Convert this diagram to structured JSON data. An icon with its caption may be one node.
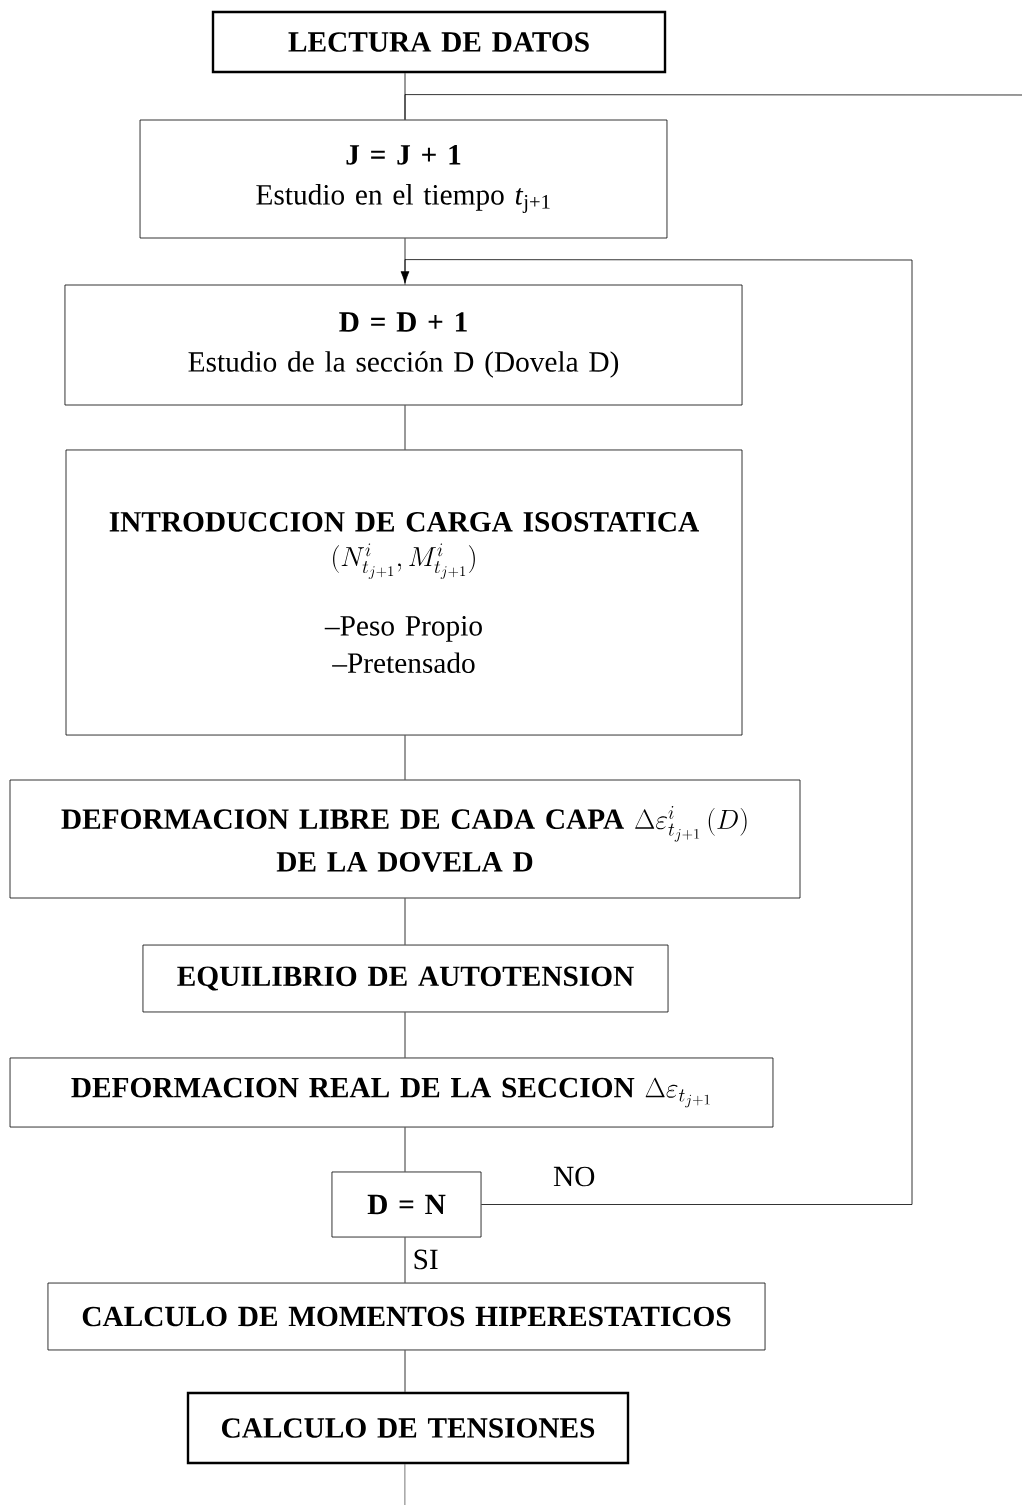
{
  "diagram": {
    "nodes": [
      {
        "text": [
          "LECTURA DE DATOS"
        ]
      },
      {
        "text": [
          "J = J + 1",
          "Estudio en el tiempo *t*$_{j+1}$"
        ]
      },
      {
        "text": [
          "D = D + 1",
          "Estudio de la sección D (Dovela D)"
        ]
      },
      {
        "text": [
          "INTRODUCCION DE CARGA ISOSTATICA",
          "(N^{i}_{t_{j+1}}, M^{i}_{t_{j+1}})",
          "–Peso Propio",
          "–Pretensado"
        ]
      },
      {
        "text": [
          "DEFORMACION LIBRE DE CADA CAPA",
          "\\Delta\\varepsilon^{i}_{t_{j+1}}\\,(D)",
          "DE LA DOVELA D"
        ]
      },
      {
        "text": [
          "EQUILIBRIO DE AUTOTENSION"
        ]
      },
      {
        "text": [
          "DEFORMACION REAL DE LA SECCION",
          "\\Delta\\varepsilon_{t_{j+1}}"
        ]
      },
      {
        "text": [
          "D = N"
        ]
      },
      {
        "text": [
          "CALCULO DE MOMENTOS HIPERESTATICOS"
        ]
      },
      {
        "text": [
          "CALCULO DE TENSIONES"
        ]
      }
    ],
    "edges": [
      {
        "from": 0,
        "to": 1,
        "arrow": "none"
      },
      {
        "from": null,
        "to": 1,
        "arrow": "none"
      },
      {
        "from": 1,
        "to": 2,
        "arrow": "none"
      },
      {
        "from": 2,
        "to": 3,
        "arrow": "none"
      },
      {
        "from": 3,
        "to": 4,
        "arrow": "none"
      },
      {
        "from": 4,
        "to": 5,
        "arrow": "none"
      },
      {
        "from": 5,
        "to": 6,
        "arrow": "none"
      },
      {
        "from": 6,
        "to": 7,
        "arrow": "none"
      },
      {
        "from": 7,
        "to": 2,
        "arrow": "to",
        "label": "NO"
      },
      {
        "from": 7,
        "to": 8,
        "arrow": "none",
        "label": "SI"
      },
      {
        "from": 8,
        "to": 9,
        "arrow": "none"
      },
      {
        "from": 9,
        "to": null,
        "arrow": "none"
      }
    ]
  }
}
